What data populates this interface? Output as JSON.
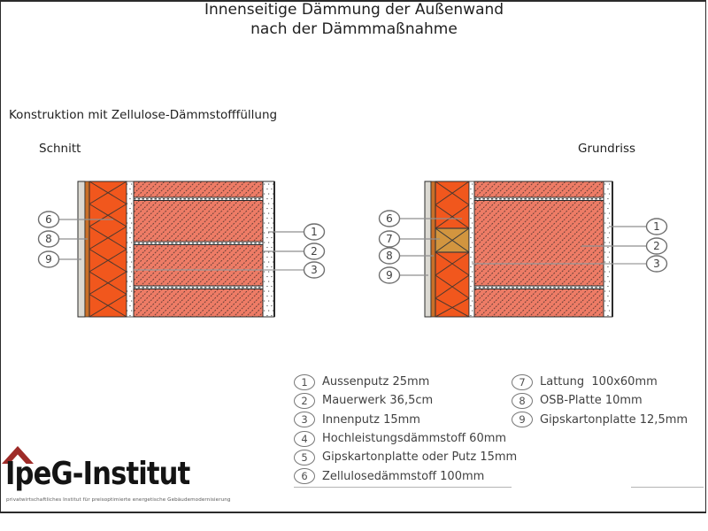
{
  "page": {
    "title_line1": "Innenseitige Dämmung der Außenwand",
    "title_line2": "nach der Dämmmaßnahme",
    "subtitle": "Konstruktion mit Zellulose-Dämmstofffüllung",
    "view_left_label": "Schnitt",
    "view_right_label": "Grundriss"
  },
  "callouts": {
    "schnitt_left": [
      "6",
      "8",
      "9"
    ],
    "schnitt_right": [
      "1",
      "2",
      "3"
    ],
    "grundriss_left": [
      "6",
      "7",
      "8",
      "9"
    ],
    "grundriss_right": [
      "1",
      "2",
      "3"
    ]
  },
  "legend": {
    "items_left": [
      {
        "num": "1",
        "label": "Aussenputz 25mm"
      },
      {
        "num": "2",
        "label": "Mauerwerk 36,5cm"
      },
      {
        "num": "3",
        "label": "Innenputz 15mm"
      },
      {
        "num": "4",
        "label": "Hochleistungsdämmstoff 60mm"
      },
      {
        "num": "5",
        "label": "Gipskartonplatte oder Putz 15mm"
      },
      {
        "num": "6",
        "label": "Zellulosedämmstoff 100mm"
      }
    ],
    "items_right": [
      {
        "num": "7",
        "label": "Lattung  100x60mm"
      },
      {
        "num": "8",
        "label": "OSB-Platte 10mm"
      },
      {
        "num": "9",
        "label": "Gipskartonplatte 12,5mm"
      }
    ]
  },
  "logo": {
    "name": "IpeG-Institut",
    "tagline": "privatwirtschaftliches Institut für preisoptimierte energetische Gebäudemodernisierung",
    "roof_color": "#9E2B28"
  },
  "colors": {
    "masonry_fill": "#EE7C66",
    "masonry_hatch": "#6B4038",
    "insulation_fill": "#F1571D",
    "insulation_lines": "#4D392F",
    "wood_lattung": "#D2953F",
    "osb_plate": "#C96F28",
    "gips_plate": "#DBD9D2",
    "outline": "#2B2B2B",
    "leader_line": "#8F8F8F",
    "text": "#1F1F1F"
  }
}
